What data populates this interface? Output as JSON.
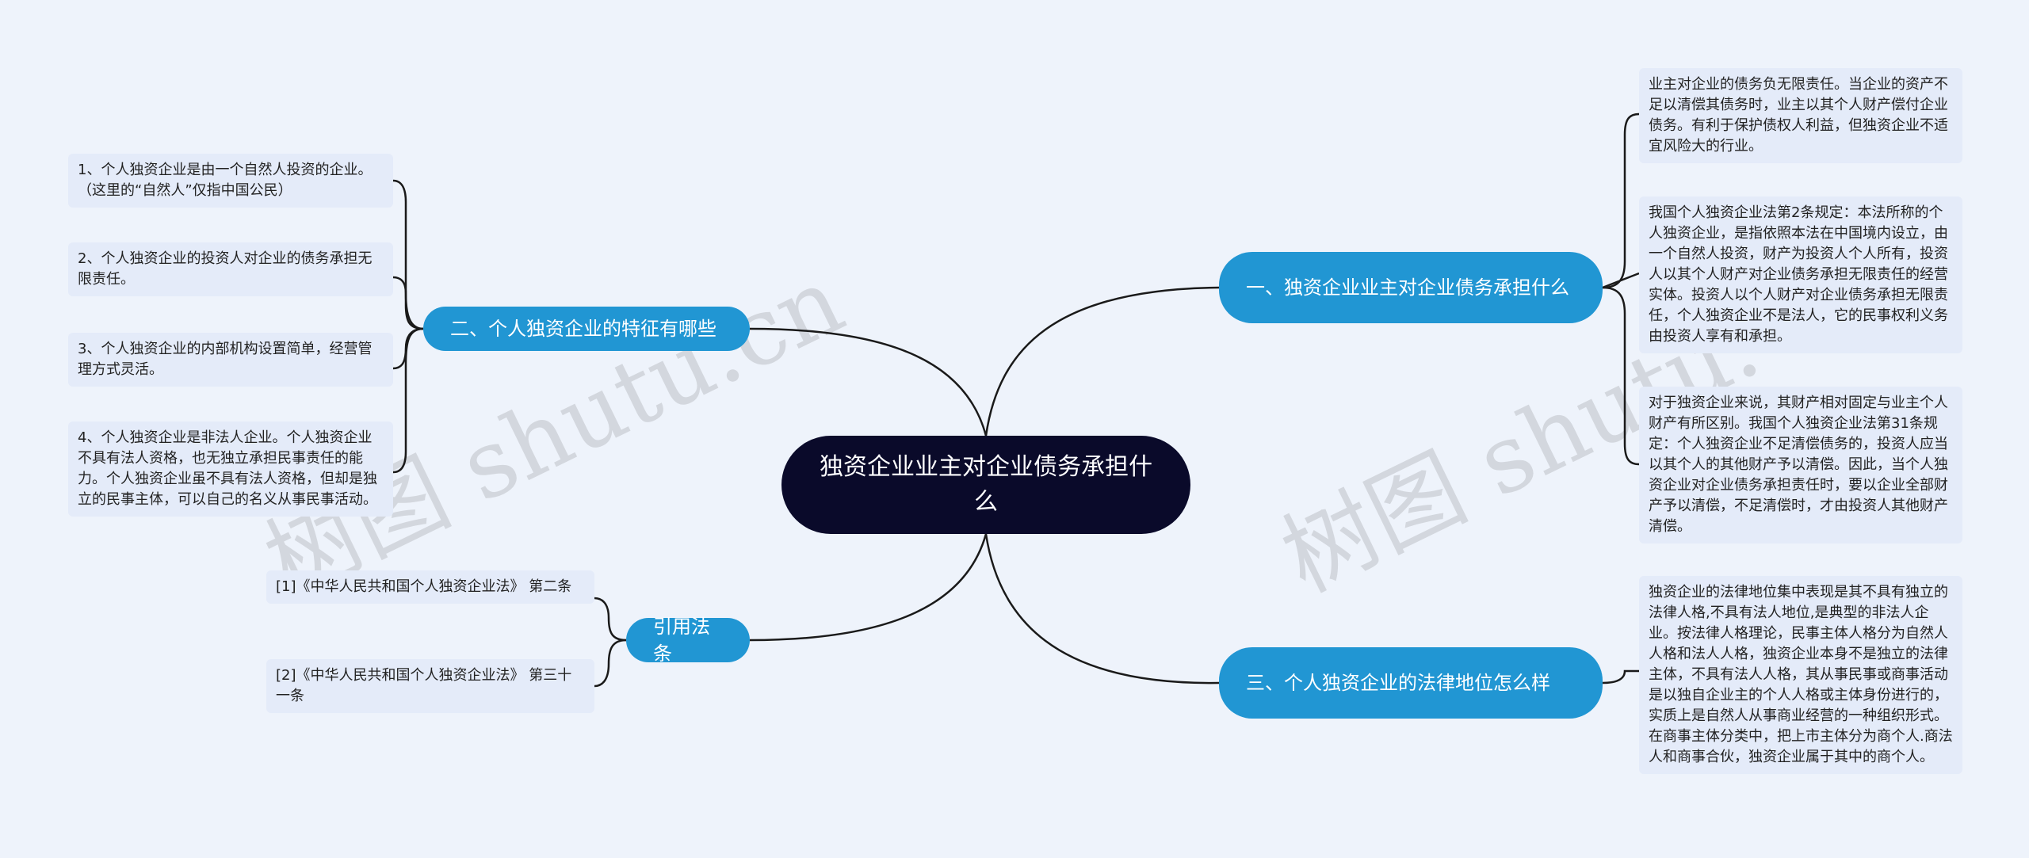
{
  "watermark": "树图 shutu.cn",
  "watermark_right": "树图 shutu.",
  "root": {
    "title": "独资企业业主对企业债务承担什么"
  },
  "branches": [
    {
      "label": "一、独资企业业主对企业债务承担什么",
      "leaves": [
        "业主对企业的债务负无限责任。当企业的资产不足以清偿其债务时，业主以其个人财产偿付企业债务。有利于保护债权人利益，但独资企业不适宜风险大的行业。",
        "我国个人独资企业法第2条规定：本法所称的个人独资企业，是指依照本法在中国境内设立，由一个自然人投资，财产为投资人个人所有，投资人以其个人财产对企业债务承担无限责任的经营实体。投资人以个人财产对企业债务承担无限责任，个人独资企业不是法人，它的民事权利义务由投资人享有和承担。",
        "对于独资企业来说，其财产相对固定与业主个人财产有所区别。我国个人独资企业法第31条规定：个人独资企业不足清偿债务的，投资人应当以其个人的其他财产予以清偿。因此，当个人独资企业对企业债务承担责任时，要以企业全部财产予以清偿，不足清偿时，才由投资人其他财产清偿。"
      ]
    },
    {
      "label": "三、个人独资企业的法律地位怎么样",
      "leaves": [
        "独资企业的法律地位集中表现是其不具有独立的法律人格,不具有法人地位,是典型的非法人企业。按法律人格理论，民事主体人格分为自然人人格和法人人格，独资企业本身不是独立的法律主体，不具有法人人格，其从事民事或商事活动是以独自企业主的个人人格或主体身份进行的，实质上是自然人从事商业经营的一种组织形式。在商事主体分类中，把上市主体分为商个人.商法人和商事合伙，独资企业属于其中的商个人。"
      ]
    },
    {
      "label": "二、个人独资企业的特征有哪些",
      "leaves": [
        "1、个人独资企业是由一个自然人投资的企业。（这里的“自然人”仅指中国公民）",
        "2、个人独资企业的投资人对企业的债务承担无限责任。",
        "3、个人独资企业的内部机构设置简单，经营管理方式灵活。",
        "4、个人独资企业是非法人企业。个人独资企业不具有法人资格，也无独立承担民事责任的能力。个人独资企业虽不具有法人资格，但却是独立的民事主体，可以自己的名义从事民事活动。"
      ]
    },
    {
      "label": "引用法条",
      "leaves": [
        "[1]《中华人民共和国个人独资企业法》 第二条",
        "[2]《中华人民共和国个人独资企业法》 第三十一条"
      ]
    }
  ],
  "colors": {
    "background": "#eef3fb",
    "root": "#0a0a2a",
    "branch": "#2196d3",
    "leaf": "#e4ebf9",
    "line": "#1a1a1a"
  }
}
